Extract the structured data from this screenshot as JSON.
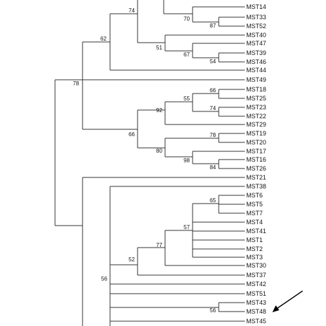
{
  "taxa": {
    "MST14": "MST14",
    "MST33": "MST33",
    "MST52": "MST52",
    "MST40": "MST40",
    "MST47": "MST47",
    "MST39": "MST39",
    "MST46": "MST46",
    "MST44": "MST44",
    "MST49": "MST49",
    "MST18": "MST18",
    "MST25": "MST25",
    "MST23": "MST23",
    "MST22": "MST22",
    "MST29": "MST29",
    "MST19": "MST19",
    "MST20": "MST20",
    "MST17": "MST17",
    "MST16": "MST16",
    "MST26": "MST26",
    "MST21": "MST21",
    "MST38": "MST38",
    "MST6": "MST6",
    "MST5": "MST5",
    "MST7": "MST7",
    "MST4": "MST4",
    "MST41": "MST41",
    "MST1": "MST1",
    "MST2": "MST2",
    "MST3": "MST3",
    "MST30": "MST30",
    "MST37": "MST37",
    "MST42": "MST42",
    "MST51": "MST51",
    "MST43": "MST43",
    "MST48": "MST48",
    "MST45": "MST45"
  },
  "bootstrap": {
    "n74": "74",
    "n70": "70",
    "n87": "87",
    "n62": "62",
    "n51": "51",
    "n67": "67",
    "n54": "54",
    "n78a": "78",
    "n66a": "66",
    "n55": "55",
    "n92": "92",
    "n74b": "74",
    "n66b": "66",
    "n78b": "78",
    "n80": "80",
    "n98": "98",
    "n84": "84",
    "n65": "65",
    "n57": "57",
    "n77": "77",
    "n52": "52",
    "n56a": "56",
    "n56b": "56"
  }
}
